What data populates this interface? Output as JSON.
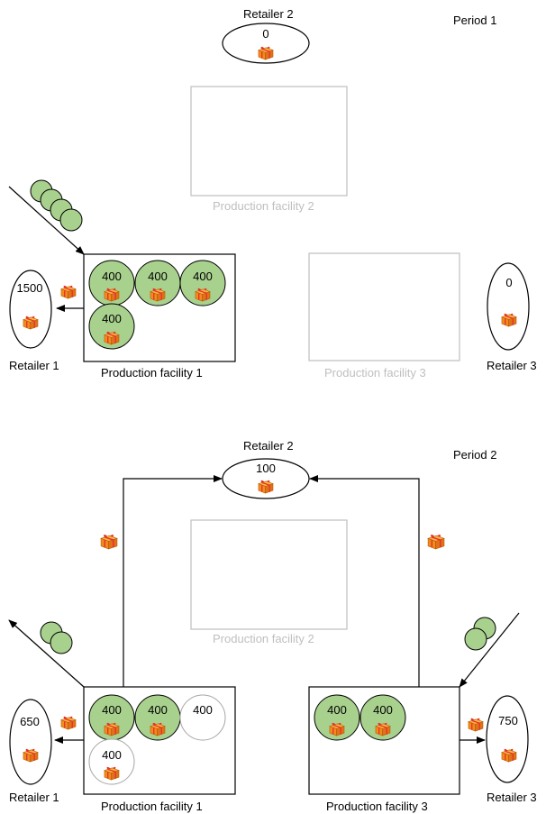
{
  "periods": [
    {
      "label": "Period 1",
      "retailers": [
        {
          "name": "Retailer 1",
          "value": "1500"
        },
        {
          "name": "Retailer 2",
          "value": "0"
        },
        {
          "name": "Retailer 3",
          "value": "0"
        }
      ],
      "facilities": [
        {
          "name": "Production facility 1",
          "active": true,
          "batches": [
            "400",
            "400",
            "400",
            "400"
          ]
        },
        {
          "name": "Production facility 2",
          "active": false,
          "batches": []
        },
        {
          "name": "Production facility 3",
          "active": false,
          "batches": []
        }
      ]
    },
    {
      "label": "Period 2",
      "retailers": [
        {
          "name": "Retailer 1",
          "value": "650"
        },
        {
          "name": "Retailer 2",
          "value": "100"
        },
        {
          "name": "Retailer 3",
          "value": "750"
        }
      ],
      "facilities": [
        {
          "name": "Production facility 1",
          "active": true,
          "batches": [
            "400",
            "400",
            "400",
            "400"
          ]
        },
        {
          "name": "Production facility 2",
          "active": false,
          "batches": []
        },
        {
          "name": "Production facility 3",
          "active": true,
          "batches": [
            "400",
            "400"
          ]
        }
      ]
    }
  ],
  "colors": {
    "used_batch_fill": "#a9d18e",
    "empty_batch_stroke": "#a6a6a6",
    "inactive_outline": "#bfbfbf",
    "gift_box": "#f28b1e"
  }
}
